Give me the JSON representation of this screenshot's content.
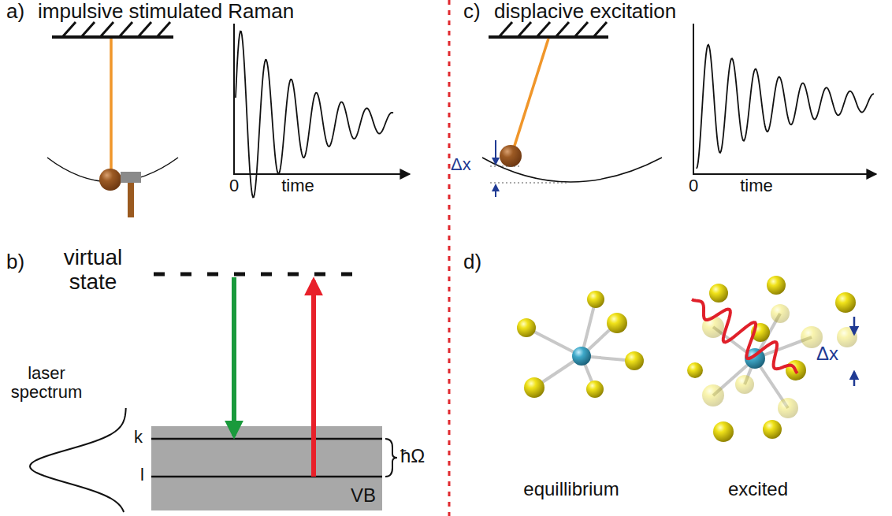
{
  "diagram": {
    "nodes": [
      {
        "text": [
          "VB"
        ]
      }
    ],
    "labels": [
      "a)",
      "impulsive stimulated Raman",
      "0",
      "time",
      "b)",
      "virtual state",
      "laser spectrum",
      "k",
      "l",
      "ħΩ",
      "c)",
      "displacive excitation",
      "Δx",
      "0",
      "time",
      "d)",
      "Δx",
      "equillibrium",
      "excited"
    ]
  }
}
